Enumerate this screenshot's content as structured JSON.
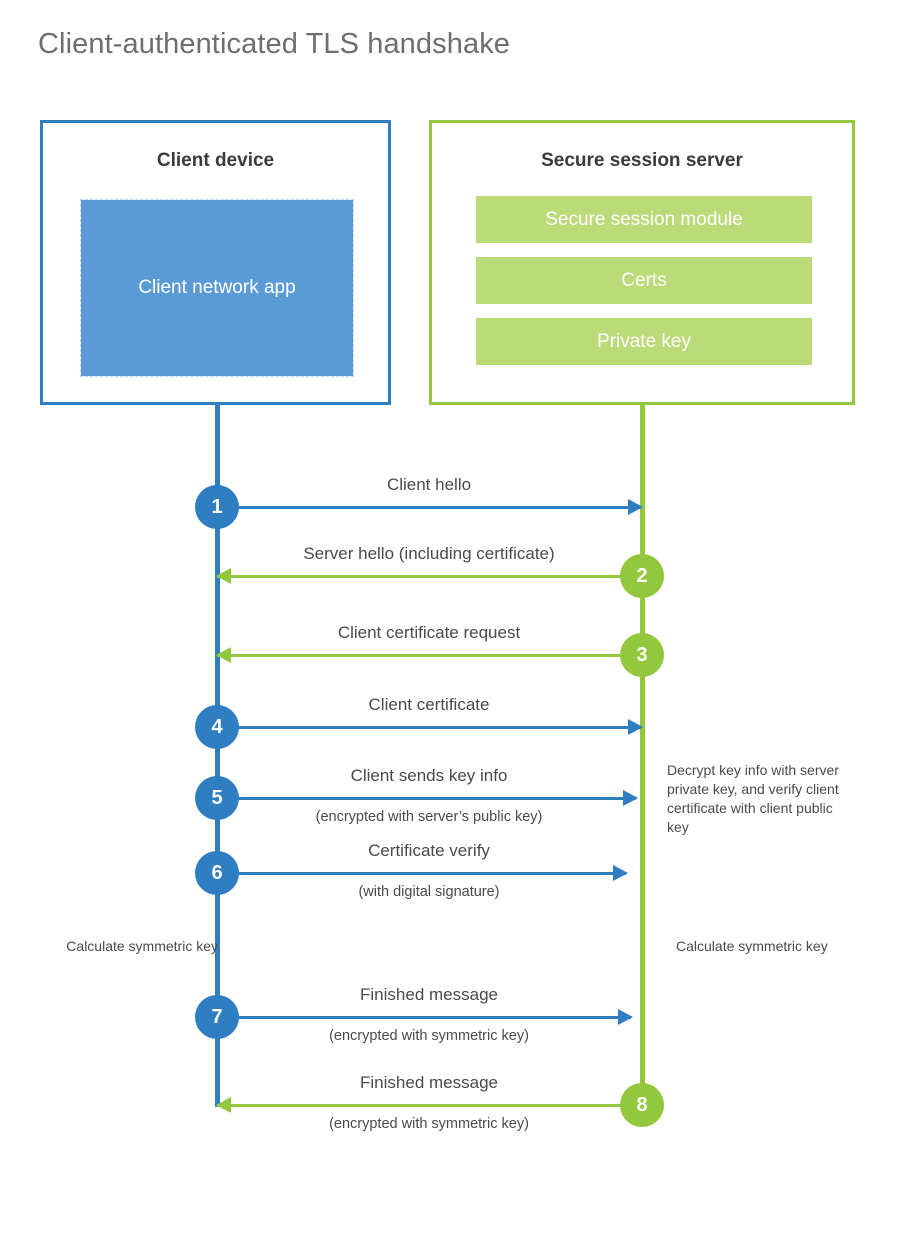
{
  "title": "Client-authenticated TLS handshake",
  "colors": {
    "client_blue": "#2f7ec1",
    "client_app_fill": "#5b9bd5",
    "server_green": "#93c83e",
    "server_module_fill": "#bbdb78",
    "title_text": "#6e6e6e",
    "body_text": "#4a4a4a"
  },
  "entities": {
    "client": {
      "title": "Client device",
      "block_label": "Client network app"
    },
    "server": {
      "title": "Secure session server",
      "modules": [
        "Secure session module",
        "Certs",
        "Private key"
      ]
    }
  },
  "messages": [
    {
      "step": "1",
      "label": "Client hello",
      "sublabel": "",
      "direction": "client-to-server",
      "color": "blue"
    },
    {
      "step": "2",
      "label": "Server hello (including certificate)",
      "sublabel": "",
      "direction": "server-to-client",
      "color": "green"
    },
    {
      "step": "3",
      "label": "Client certificate request",
      "sublabel": "",
      "direction": "server-to-client",
      "color": "green"
    },
    {
      "step": "4",
      "label": "Client certificate",
      "sublabel": "",
      "direction": "client-to-server",
      "color": "blue"
    },
    {
      "step": "5",
      "label": "Client sends key info",
      "sublabel": "(encrypted with server’s public key)",
      "direction": "client-to-server",
      "color": "blue"
    },
    {
      "step": "6",
      "label": "Certificate verify",
      "sublabel": "(with digital signature)",
      "direction": "client-to-server",
      "color": "blue"
    },
    {
      "step": "7",
      "label": "Finished message",
      "sublabel": "(encrypted with symmetric key)",
      "direction": "client-to-server",
      "color": "blue"
    },
    {
      "step": "8",
      "label": "Finished message",
      "sublabel": "(encrypted with symmetric key)",
      "direction": "server-to-client",
      "color": "green"
    }
  ],
  "notes": {
    "decrypt": "Decrypt key info with server private key, and verify client certificate with client public key",
    "calculate_symmetric_key_client": "Calculate symmetric key",
    "calculate_symmetric_key_server": "Calculate symmetric key"
  }
}
